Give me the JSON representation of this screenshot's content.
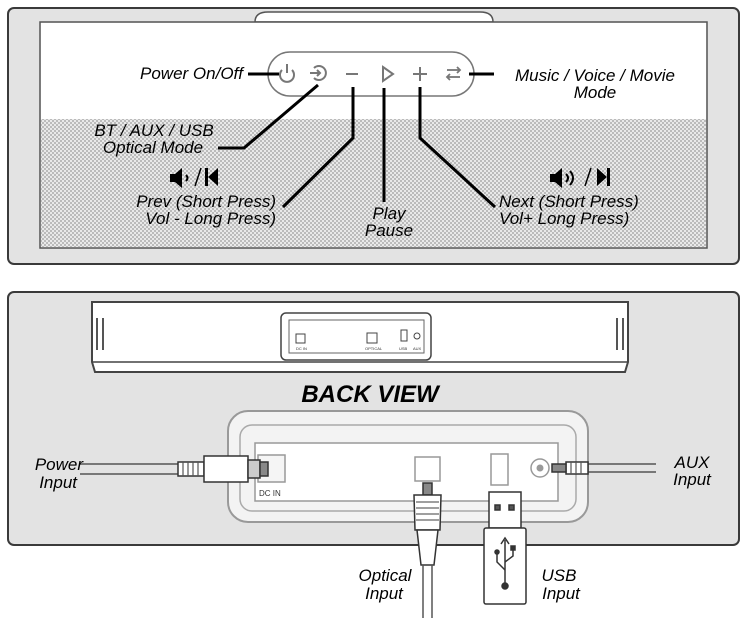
{
  "top": {
    "labels": {
      "power": "Power On/Off",
      "mode_line1": "Music / Voice / Movie",
      "mode_line2": "Mode",
      "source_line1": "BT / AUX / USB",
      "source_line2": "Optical Mode",
      "prev_line1": "Prev (Short Press)",
      "prev_line2": "Vol - Long Press)",
      "play_line1": "Play",
      "play_line2": "Pause",
      "next_line1": "Next (Short Press)",
      "next_line2": "Vol+ Long Press)"
    }
  },
  "bottom": {
    "title": "BACK VIEW",
    "port_labels": {
      "dc_in": "DC IN",
      "small_dc": "DC IN",
      "small_optical": "OPTICAL",
      "small_usb": "USB",
      "small_aux": "AUX"
    },
    "labels": {
      "power_line1": "Power",
      "power_line2": "Input",
      "aux_line1": "AUX",
      "aux_line2": "Input",
      "optical_line1": "Optical",
      "optical_line2": "Input",
      "usb_line1": "USB",
      "usb_line2": "Input"
    }
  },
  "icons": [
    "power-icon",
    "source-icon",
    "minus-icon",
    "play-icon",
    "plus-icon",
    "mode-icon",
    "speaker-prev-icon",
    "speaker-next-icon"
  ]
}
